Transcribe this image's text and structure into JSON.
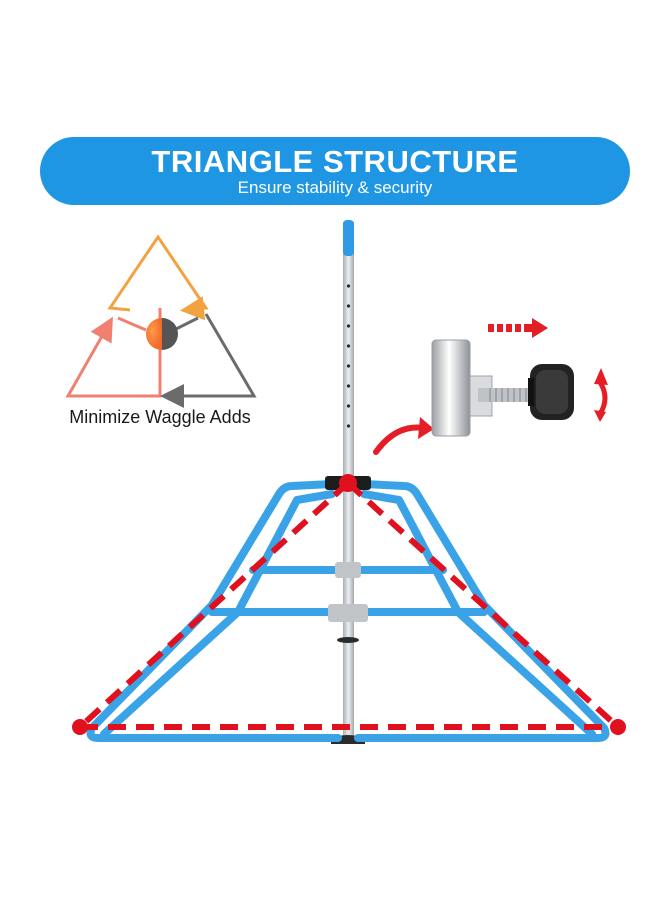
{
  "banner": {
    "title": "TRIANGLE STRUCTURE",
    "subtitle": "Ensure stability & security"
  },
  "diagram": {
    "caption": "Minimize Waggle Adds"
  },
  "colors": {
    "banner": "#1f96e4",
    "frame_blue": "#3aa3e8",
    "dash_red": "#e0101e",
    "triangle_orange": "#f2a23f",
    "triangle_salmon": "#f08070",
    "triangle_gray": "#6b6b6b",
    "arrow_red": "#e41e26",
    "pole_gray": "#c9ccd0"
  },
  "icons": [
    "triangle-force-diagram-icon",
    "curved-arrow-icon",
    "clamp-knob-icon",
    "dashed-arrow-right-icon",
    "rotate-arrow-icon",
    "tripod-stand-icon"
  ]
}
